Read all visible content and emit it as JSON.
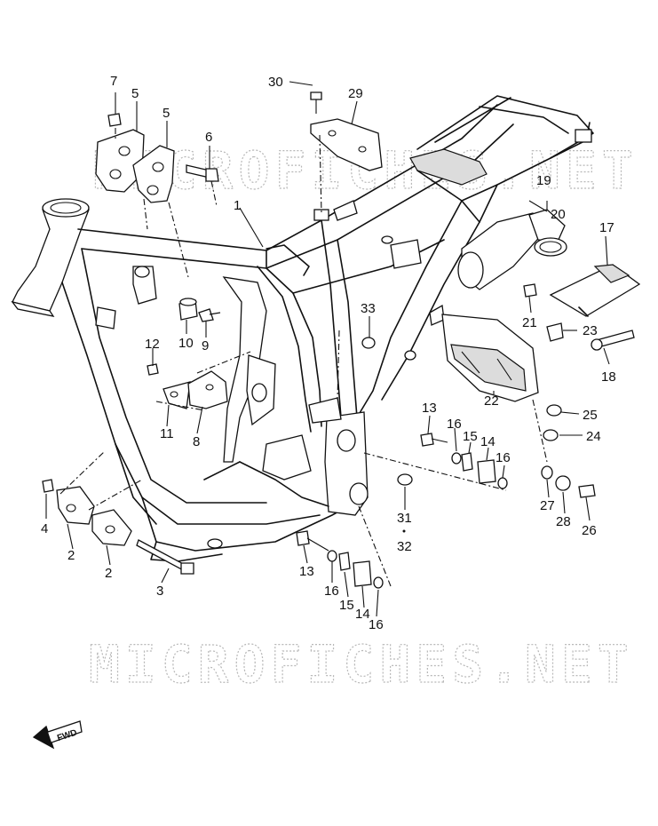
{
  "watermark": "MICROFICHES.NET",
  "fwd_label": "FWD",
  "part_labels": [
    {
      "id": "p7",
      "text": "7"
    },
    {
      "id": "p5a",
      "text": "5"
    },
    {
      "id": "p5b",
      "text": "5"
    },
    {
      "id": "p6",
      "text": "6"
    },
    {
      "id": "p30",
      "text": "30"
    },
    {
      "id": "p29",
      "text": "29"
    },
    {
      "id": "p1",
      "text": "1"
    },
    {
      "id": "p19",
      "text": "19"
    },
    {
      "id": "p20",
      "text": "20"
    },
    {
      "id": "p17",
      "text": "17"
    },
    {
      "id": "p33",
      "text": "33"
    },
    {
      "id": "p10",
      "text": "10"
    },
    {
      "id": "p9",
      "text": "9"
    },
    {
      "id": "p12",
      "text": "12"
    },
    {
      "id": "p11",
      "text": "11"
    },
    {
      "id": "p8",
      "text": "8"
    },
    {
      "id": "p21",
      "text": "21"
    },
    {
      "id": "p23",
      "text": "23"
    },
    {
      "id": "p18",
      "text": "18"
    },
    {
      "id": "p22",
      "text": "22"
    },
    {
      "id": "p25",
      "text": "25"
    },
    {
      "id": "p24",
      "text": "24"
    },
    {
      "id": "p13a",
      "text": "13"
    },
    {
      "id": "p16a",
      "text": "16"
    },
    {
      "id": "p15a",
      "text": "15"
    },
    {
      "id": "p14a",
      "text": "14"
    },
    {
      "id": "p16b",
      "text": "16"
    },
    {
      "id": "p27",
      "text": "27"
    },
    {
      "id": "p28",
      "text": "28"
    },
    {
      "id": "p26",
      "text": "26"
    },
    {
      "id": "p31",
      "text": "31"
    },
    {
      "id": "p32",
      "text": "32"
    },
    {
      "id": "p4",
      "text": "4"
    },
    {
      "id": "p2a",
      "text": "2"
    },
    {
      "id": "p2b",
      "text": "2"
    },
    {
      "id": "p3",
      "text": "3"
    },
    {
      "id": "p13b",
      "text": "13"
    },
    {
      "id": "p16c",
      "text": "16"
    },
    {
      "id": "p15b",
      "text": "15"
    },
    {
      "id": "p14b",
      "text": "14"
    },
    {
      "id": "p16d",
      "text": "16"
    }
  ]
}
